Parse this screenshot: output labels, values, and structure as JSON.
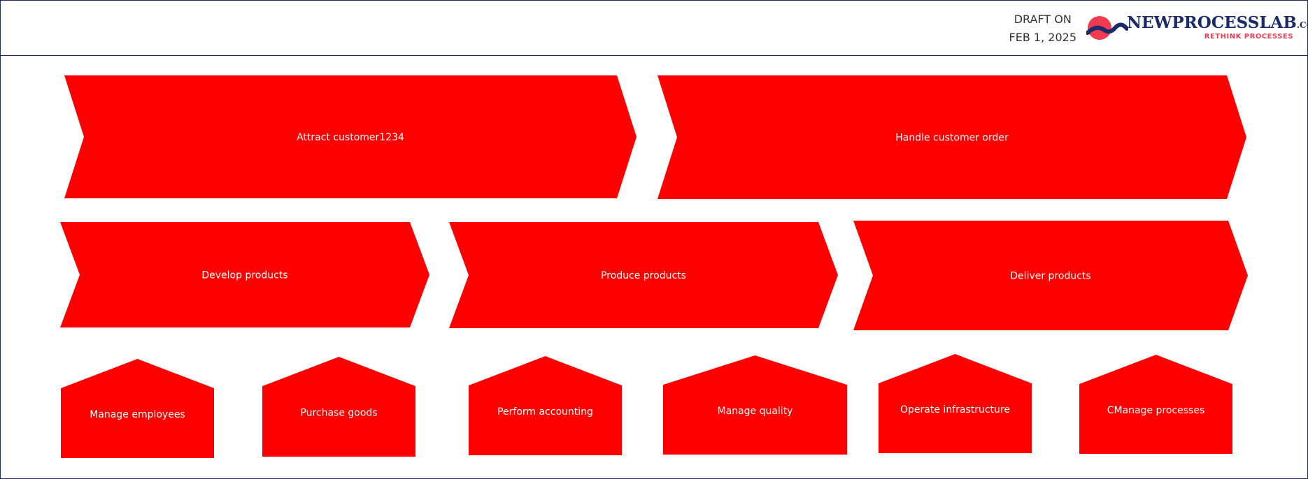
{
  "header": {
    "draft_label": "DRAFT ON",
    "draft_date": "FEB 1, 2025",
    "logo": {
      "name": "NEWPROCESSLAB",
      "domain": ".COM",
      "tagline": "RETHINK PROCESSES",
      "primary_color": "#1b2a6b",
      "accent_color": "#f03a4f"
    }
  },
  "diagram": {
    "shape_color": "#ff0000",
    "text_color": "#ffffff",
    "rows": [
      {
        "kind": "chevron",
        "items": [
          {
            "id": "attract-customer",
            "label": "Attract customer1234"
          },
          {
            "id": "handle-customer-order",
            "label": "Handle customer order"
          }
        ]
      },
      {
        "kind": "chevron",
        "items": [
          {
            "id": "develop-products",
            "label": "Develop products"
          },
          {
            "id": "produce-products",
            "label": "Produce products"
          },
          {
            "id": "deliver-products",
            "label": "Deliver products"
          }
        ]
      },
      {
        "kind": "house",
        "items": [
          {
            "id": "manage-employees",
            "label": "Manage employees"
          },
          {
            "id": "purchase-goods",
            "label": "Purchase goods"
          },
          {
            "id": "perform-accounting",
            "label": "Perform accounting"
          },
          {
            "id": "manage-quality",
            "label": "Manage quality"
          },
          {
            "id": "operate-infrastructure",
            "label": "Operate infrastructure"
          },
          {
            "id": "manage-processes",
            "label": "CManage processes"
          }
        ]
      }
    ]
  }
}
